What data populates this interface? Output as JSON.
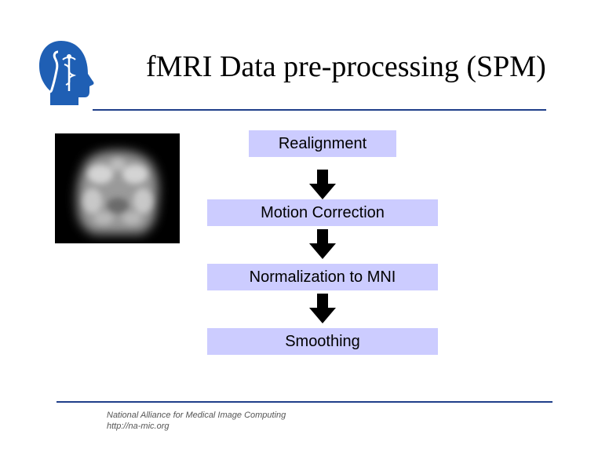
{
  "slide": {
    "title": "fMRI Data pre-processing (SPM)",
    "accent_color": "#1f3f8a",
    "step_fill_color": "#ccccff"
  },
  "logo": {
    "icon": "head-profile-caduceus-integral-icon"
  },
  "image": {
    "icon": "brain-mri-coronal-blurred-image"
  },
  "flow": {
    "steps": [
      "Realignment",
      "Motion Correction",
      "Normalization to MNI",
      "Smoothing"
    ],
    "arrow_icon": "down-arrow-icon"
  },
  "footer": {
    "organization": "National Alliance for Medical Image Computing",
    "url": "http://na-mic.org"
  }
}
